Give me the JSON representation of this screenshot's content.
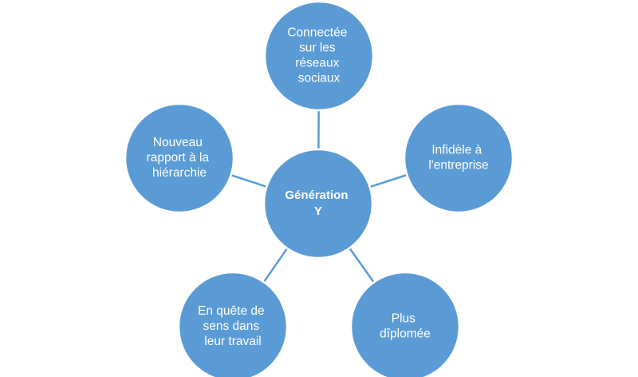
{
  "colors": {
    "node_fill": "#5B9BD5",
    "connector": "#5B9BD5",
    "label": "#FFFFFF",
    "background": "#FFFFFF"
  },
  "center": {
    "lines": [
      "Génération",
      "Y"
    ]
  },
  "nodes": [
    {
      "id": "social",
      "lines": [
        "Connectée",
        "sur les",
        "réseaux",
        "sociaux"
      ]
    },
    {
      "id": "infidele",
      "lines": [
        "Infidèle à",
        "l'entreprise"
      ]
    },
    {
      "id": "diplome",
      "lines": [
        "Plus",
        "dîplomée"
      ]
    },
    {
      "id": "quete",
      "lines": [
        "En quête de",
        "sens dans",
        "leur travail"
      ]
    },
    {
      "id": "hierarchie",
      "lines": [
        "Nouveau",
        "rapport à la",
        "hiérarchie"
      ]
    }
  ]
}
